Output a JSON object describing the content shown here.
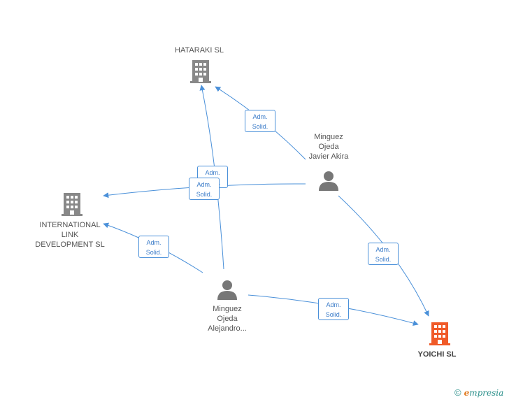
{
  "colors": {
    "edge": "#4a90d9",
    "company": "#888888",
    "company_highlight": "#f05a28",
    "person": "#777777"
  },
  "nodes": {
    "hataraki": {
      "label": "HATARAKI SL",
      "icon": "building-icon"
    },
    "international": {
      "label": "INTERNATIONAL\nLINK\nDEVELOPMENT SL",
      "icon": "building-icon"
    },
    "yoichi": {
      "label": "YOICHI SL",
      "icon": "building-icon"
    },
    "javier": {
      "label": "Minguez\nOjeda\nJavier Akira",
      "icon": "person-icon"
    },
    "alejandro": {
      "label": "Minguez\nOjeda\nAlejandro...",
      "icon": "person-icon"
    }
  },
  "edges": {
    "javier_hataraki": "Adm.\nSolid.",
    "alejandro_hataraki": "Adm.\nSolid.",
    "javier_international": "Adm.\nSolid.",
    "alejandro_international": "Adm.\nSolid.",
    "javier_yoichi": "Adm.\nSolid.",
    "alejandro_yoichi": "Adm.\nSolid."
  },
  "brand": {
    "copyright": "©",
    "e": "e",
    "rest": "mpresia"
  }
}
